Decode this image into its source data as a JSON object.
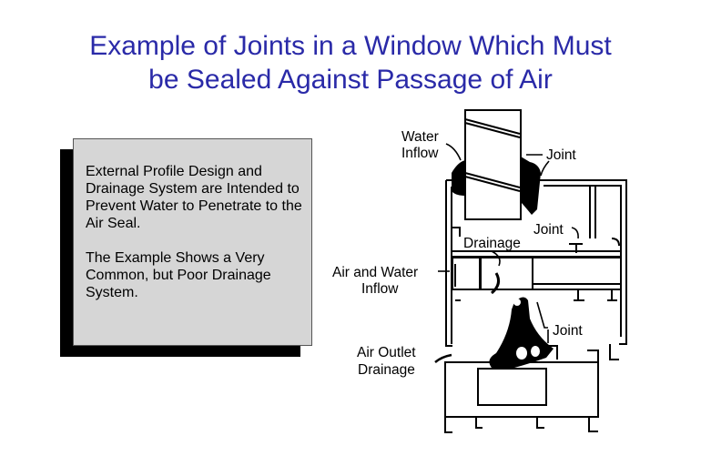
{
  "title": {
    "line1": "Example of Joints in a Window Which Must",
    "line2": "be Sealed Against Passage of Air"
  },
  "note_box": {
    "paragraph1": "External Profile Design and Drainage System are Intended to Prevent Water to Penetrate to the Air Seal.",
    "paragraph2": "The Example Shows a Very Common, but Poor Drainage System."
  },
  "diagram": {
    "labels": {
      "water_inflow_1": "Water",
      "water_inflow_2": "Inflow",
      "joint_top": "Joint",
      "joint_middle": "Joint",
      "drainage": "Drainage",
      "air_water_inflow_1": "Air and Water",
      "air_water_inflow_2": "Inflow",
      "joint_bottom": "Joint",
      "air_outlet_1": "Air Outlet",
      "air_outlet_2": "Drainage"
    }
  }
}
